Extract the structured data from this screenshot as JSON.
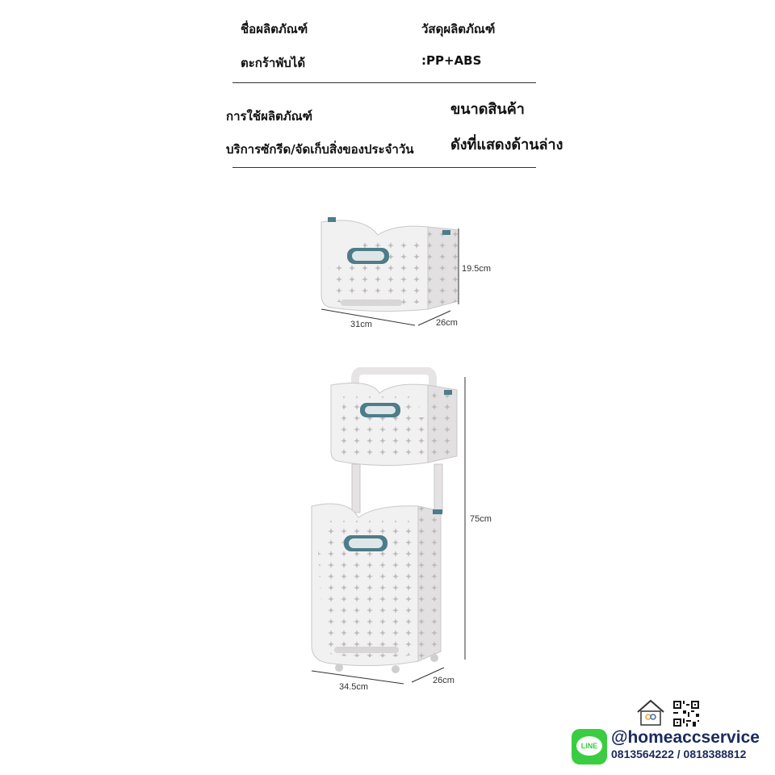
{
  "spec_header": {
    "name_label": "ชื่อผลิตภัณฑ์",
    "name_value": "ตะกร้าพับได้",
    "material_label": "วัสดุผลิตภัณฑ์",
    "material_value": ":PP+ABS",
    "usage_label": "การใช้ผลิตภัณฑ์",
    "usage_value": "บริการซักรีด/จัดเก็บสิ่งของประจำวัน",
    "size_label": "ขนาดสินค้า",
    "size_value": "ดังที่แสดงด้านล่าง"
  },
  "small_basket": {
    "height": "19.5cm",
    "width": "31cm",
    "depth": "26cm"
  },
  "tall_basket": {
    "height": "75cm",
    "width": "34.5cm",
    "depth": "26cm"
  },
  "brand": {
    "line_badge": "LINE",
    "handle": "@homeaccservice",
    "phones": "0813564222 / 0818388812",
    "logo_icon": "house-logo-icon",
    "qr_icon": "qr-code-icon"
  },
  "colors": {
    "basket": "#efeeee",
    "basket_side": "#e2e0e0",
    "accent": "#4d7c8a",
    "line_green": "#3acd42",
    "brand_navy": "#1a2a5c"
  }
}
